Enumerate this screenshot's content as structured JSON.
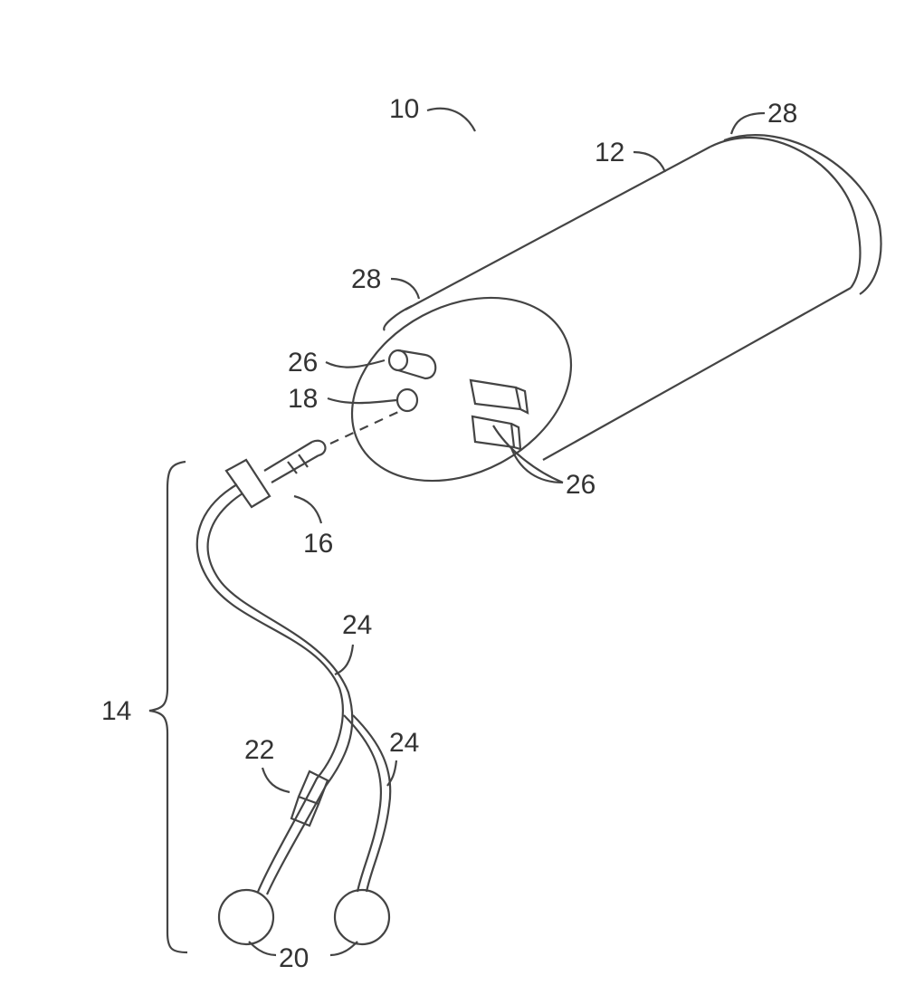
{
  "labels": {
    "device": "10",
    "housing": "12",
    "end_cap_top": "28",
    "end_cap_side": "28",
    "port_upper": "26",
    "port_socket": "18",
    "contacts": "26",
    "plug": "16",
    "cable_upper": "24",
    "cable_lower": "24",
    "lead_assembly": "14",
    "junction": "22",
    "electrodes": "20"
  }
}
